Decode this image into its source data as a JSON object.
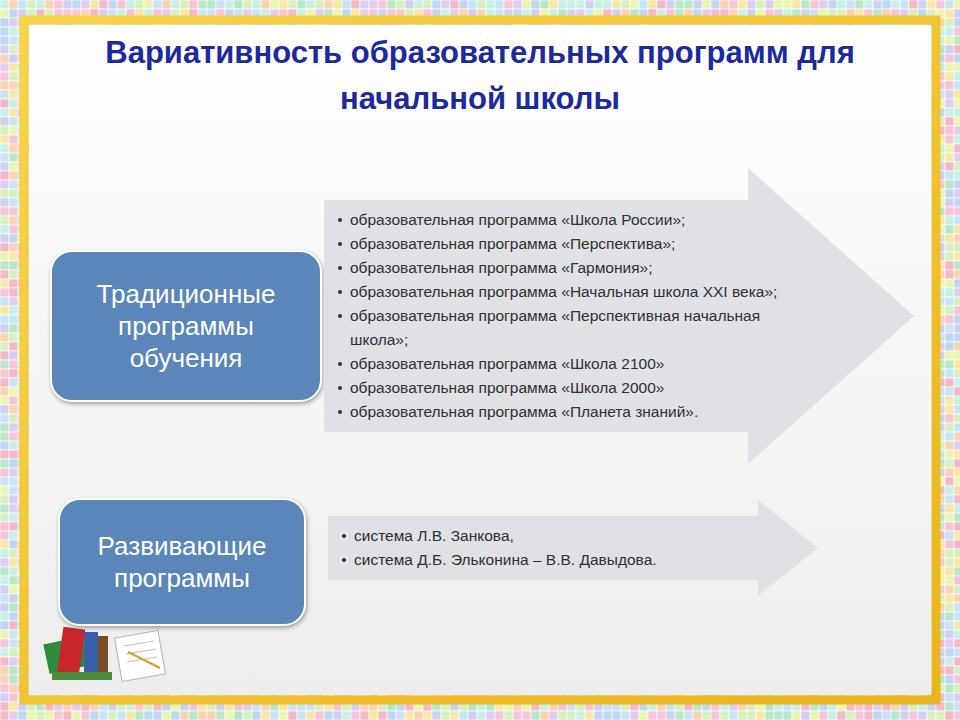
{
  "diagram": {
    "title": "Вариативность образовательных программ для начальной школы",
    "nodes": [
      {
        "text": [
          "Традиционные программы обучения"
        ]
      },
      {
        "text": [
          "образовательная программа «Школа России»;",
          "образовательная программа «Перспектива»;",
          "образовательная программа «Гармония»;",
          "образовательная программа «Начальная школа XXI века»;",
          "образовательная программа «Перспективная начальная школа»;",
          "образовательная программа «Школа 2100»",
          "образовательная программа «Школа 2000»",
          "образовательная программа «Планета знаний»."
        ]
      },
      {
        "text": [
          "Развивающие программы"
        ]
      },
      {
        "text": [
          "система Л.В. Занкова,",
          "система Д.Б. Эльконина – В.В. Давыдова."
        ]
      }
    ]
  }
}
